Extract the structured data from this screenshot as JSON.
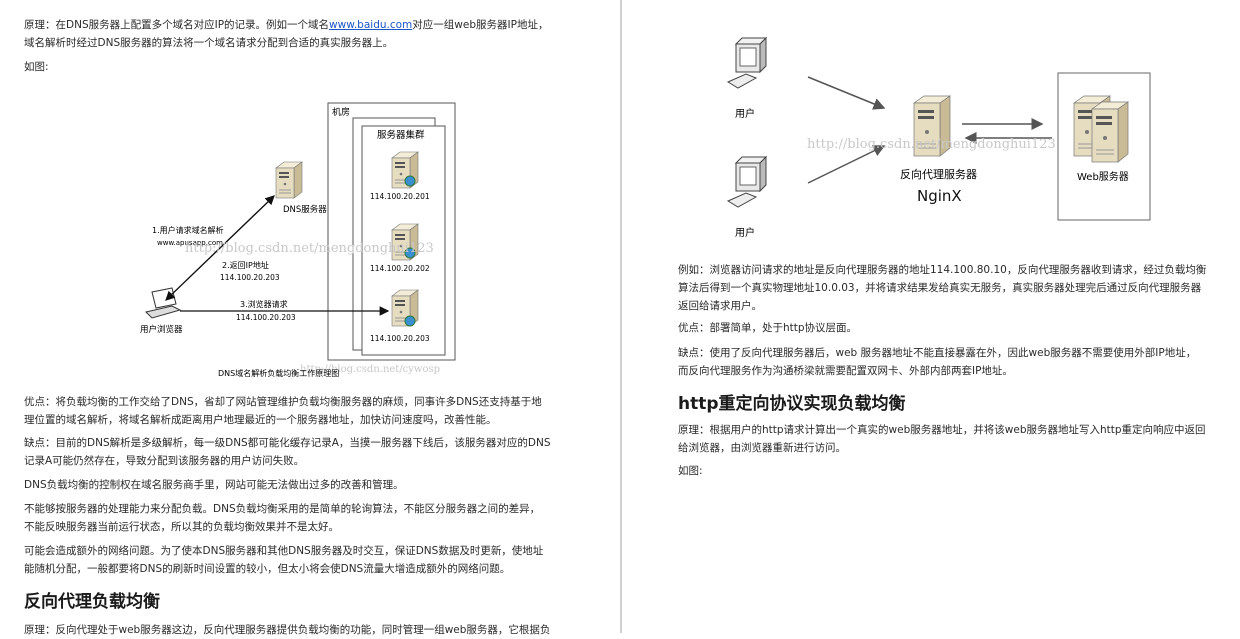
{
  "left_page": {
    "p1_prefix": " 原理：在DNS服务器上配置多个域名对应IP的记录。例如一个域名",
    "p1_link": "www.baidu.com",
    "p1_suffix": "对应一组web服务器IP地址，",
    "p1_line2": "域名解析时经过DNS服务器的算法将一个域名请求分配到合适的真实服务器上。",
    "figure_label": "如图:",
    "diagram": {
      "room_label": "机房",
      "cluster_label": "服务器集群",
      "servers": [
        "114.100.20.201",
        "114.100.20.202",
        "114.100.20.203"
      ],
      "dns_label": "DNS服务器",
      "client_label": "用户浏览器",
      "step1": "1.用户请求域名解析",
      "step1_domain": "www.apusapp.com",
      "step2": "2.返回IP地址",
      "step2_ip": "114.100.20.203",
      "step3": "3.浏览器请求",
      "step3_ip": "114.100.20.203",
      "caption": "DNS域名解析负载均衡工作原理图",
      "watermark1": "http://blog.csdn.net/mengdonghui123",
      "watermark2": "http://blog.csdn.net/cywosp"
    },
    "paragraphs": [
      [
        " 优点：将负载均衡的工作交给了DNS，省却了网站管理维护负载均衡服务器的麻烦，同事许多DNS还支持基于地",
        "理位置的域名解析，将域名解析成距离用户地理最近的一个服务器地址，加快访问速度吗，改善性能。"
      ],
      [
        " 缺点：目前的DNS解析是多级解析，每一级DNS都可能化缓存记录A，当摸一服务器下线后，该服务器对应的DNS",
        "记录A可能仍然存在，导致分配到该服务器的用户访问失败。"
      ],
      [
        " DNS负载均衡的控制权在域名服务商手里，网站可能无法做出过多的改善和管理。"
      ],
      [
        " 不能够按服务器的处理能力来分配负载。DNS负载均衡采用的是简单的轮询算法，不能区分服务器之间的差异，",
        "不能反映服务器当前运行状态，所以其的负载均衡效果并不是太好。"
      ],
      [
        " 可能会造成额外的网络问题。为了使本DNS服务器和其他DNS服务器及时交互，保证DNS数据及时更新，使地址",
        "能随机分配，一般都要将DNS的刷新时间设置的较小，但太小将会使DNS流量大增造成额外的网络问题。"
      ]
    ],
    "heading": "反向代理负载均衡",
    "last_line": " 原理：反向代理处于web服务器这边，反向代理服务器提供负载均衡的功能，同时管理一组web服务器，它根据负"
  },
  "right_page": {
    "diagram": {
      "user_label": "用户",
      "proxy_label": "反向代理服务器",
      "proxy_name": "NginX",
      "web_label": "Web服务器",
      "watermark": "http://blog.csdn.net/mengdonghui123"
    },
    "paragraphs": [
      [
        " 例如：浏览器访问请求的地址是反向代理服务器的地址114.100.80.10，反向代理服务器收到请求，经过负载均衡",
        "算法后得到一个真实物理地址10.0.03，并将请求结果发给真实无服务，真实服务器处理完后通过反向代理服务器",
        "返回给请求用户。"
      ],
      [
        " 优点：部署简单，处于http协议层面。"
      ],
      [
        " 缺点：使用了反向代理服务器后，web 服务器地址不能直接暴露在外，因此web服务器不需要使用外部IP地址，",
        "而反向代理服务作为沟通桥梁就需要配置双网卡、外部内部两套IP地址。"
      ]
    ],
    "heading": "http重定向协议实现负载均衡",
    "p_after": [
      " 原理：根据用户的http请求计算出一个真实的web服务器地址，并将该web服务器地址写入http重定向响应中返回",
      "给浏览器，由浏览器重新进行访问。"
    ],
    "figure_label": "如图:"
  },
  "colors": {
    "link": "#1a56c9",
    "server": "#e6dcc0",
    "globe": "#3a8fd0"
  }
}
